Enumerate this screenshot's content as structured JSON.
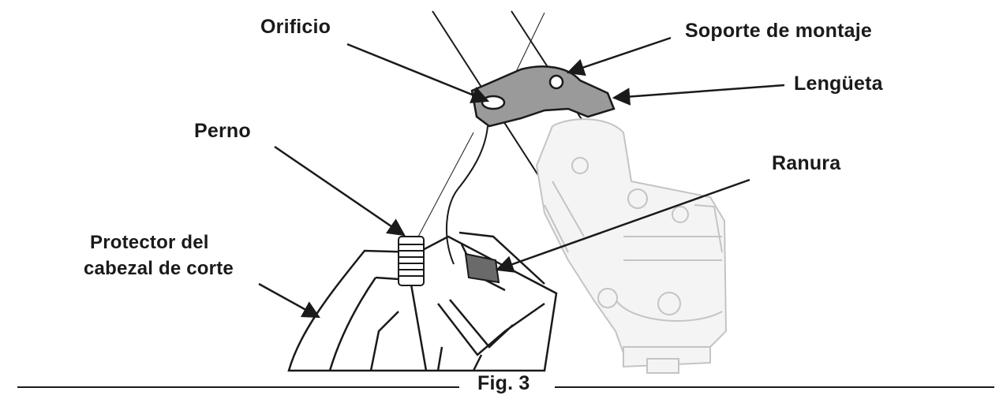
{
  "labels": {
    "orificio": "Orificio",
    "soporte": "Soporte de montaje",
    "lengueta": "Lengüeta",
    "perno": "Perno",
    "ranura": "Ranura",
    "protector_line1": "Protector del",
    "protector_line2": "cabezal de corte"
  },
  "caption": "Fig. 3",
  "colors": {
    "ink": "#1a1a1a",
    "faded_part": "#c4c4c4",
    "bracket_fill": "#9a9a9a"
  }
}
